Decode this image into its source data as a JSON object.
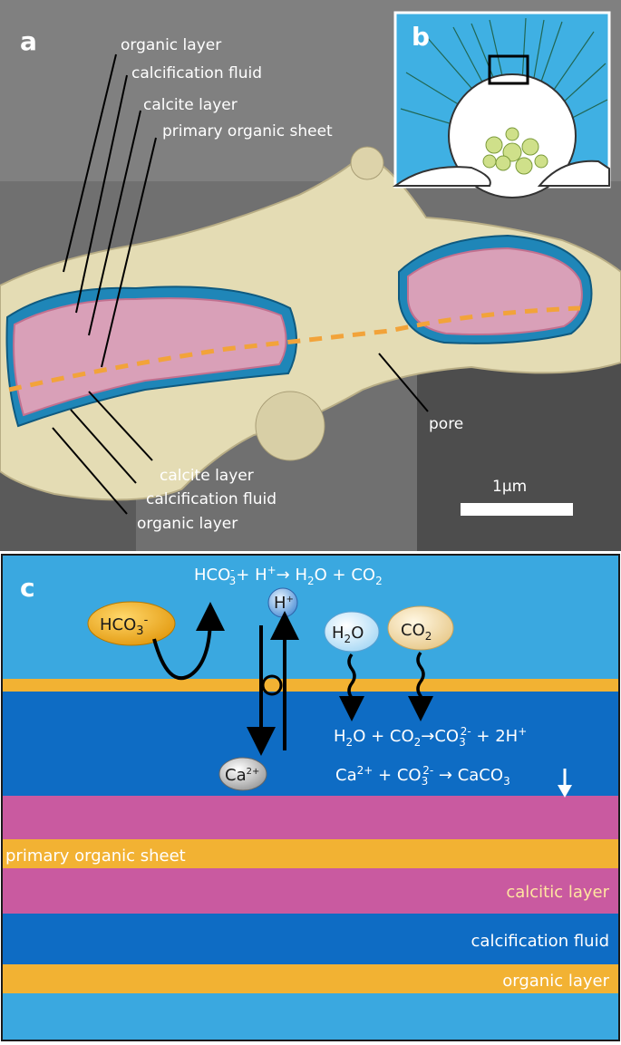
{
  "panel_a": {
    "letter": "a",
    "labels_top": [
      "organic layer",
      "calcification fluid",
      "calcite layer",
      "primary organic sheet"
    ],
    "labels_bottom": [
      "calcite layer",
      "calcification fluid",
      "organic layer"
    ],
    "pore_label": "pore",
    "scale_bar_label": "1µm"
  },
  "panel_b": {
    "letter": "b"
  },
  "panel_c": {
    "letter": "c",
    "reaction_top": {
      "hco3": "HCO",
      "sub3": "3",
      "supminus": "-",
      "plus_h": "+ H",
      "supplus": "+",
      "arrow_h2o": "→ H",
      "sub2": "2",
      "o_plus_co": "O + CO",
      "sub2b": "2"
    },
    "bubble_hco3": {
      "main": "HCO",
      "sub": "3",
      "sup": "-"
    },
    "bubble_h": {
      "main": "H",
      "sup": "+"
    },
    "bubble_h2o": {
      "h": "H",
      "sub": "2",
      "o": "O"
    },
    "bubble_co2": {
      "main": "CO",
      "sub": "2"
    },
    "bubble_ca": {
      "main": "Ca",
      "sup": "2+"
    },
    "reaction_mid": {
      "h": "H",
      "sub2": "2",
      "o_co": "O + CO",
      "sub2b": "2",
      "arrow_co": "→CO",
      "sub3": "3",
      "sup2m": "2-",
      "tail": " + 2H",
      "supplus": "+"
    },
    "reaction_low": {
      "ca": "Ca",
      "sup2p": "2+",
      "plus_co": " + CO",
      "sub3": "3",
      "sup2m": "2-",
      "arrow_caco": " → CaCO",
      "sub3b": "3"
    },
    "layer_labels": {
      "primary": "primary organic sheet",
      "calcitic": "calcitic layer",
      "fluid": "calcification fluid",
      "organic": "organic layer"
    }
  },
  "colors": {
    "seawater": "#3aa8e0",
    "fluid": "#0e6cc4",
    "organic": "#f2b233",
    "calcite": "#c95aa0",
    "sem_gray": "#6e6e6e"
  }
}
